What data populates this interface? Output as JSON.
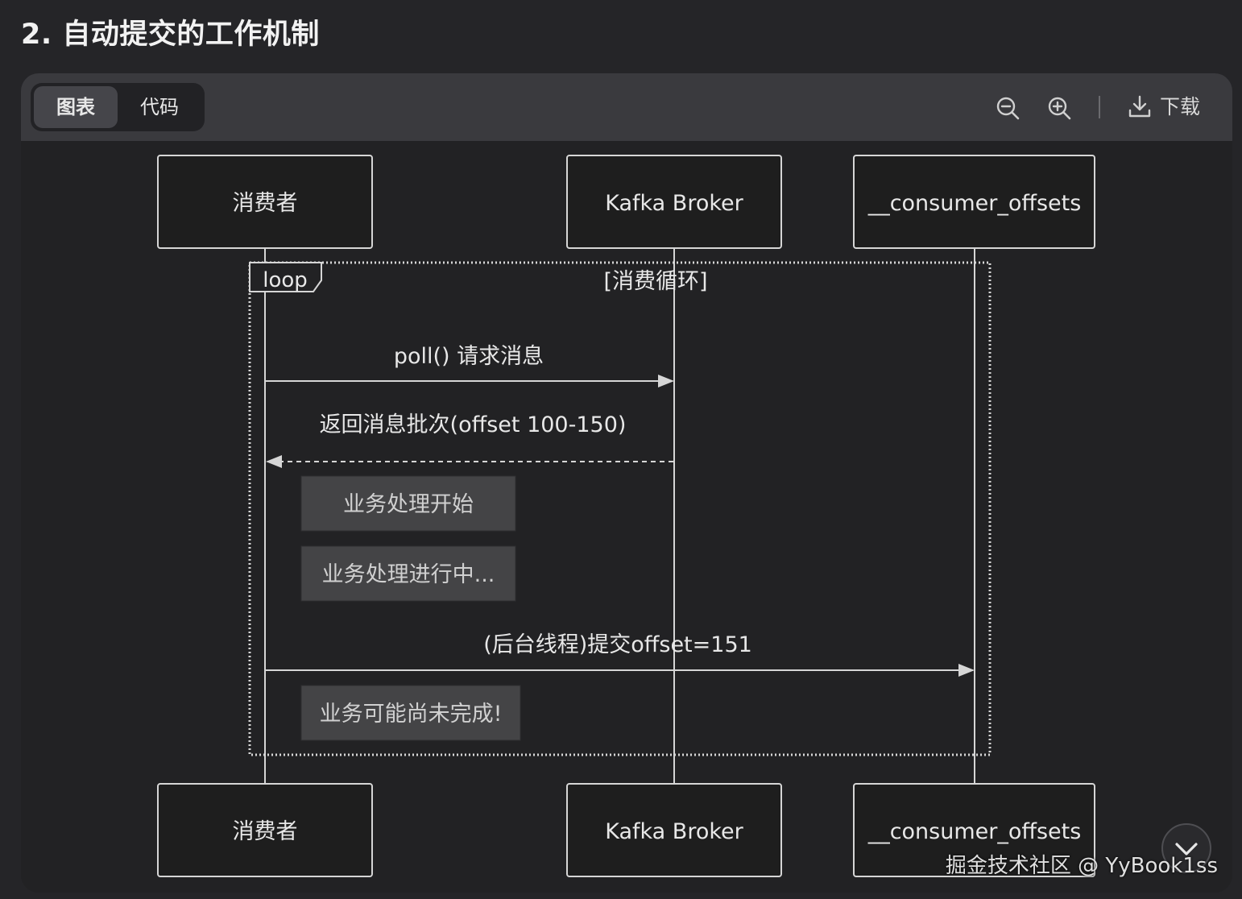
{
  "page": {
    "title": "2. 自动提交的工作机制"
  },
  "toolbar": {
    "tabs": [
      {
        "label": "图表"
      },
      {
        "label": "代码"
      }
    ],
    "zoom_out_icon": "zoom-out-icon",
    "zoom_in_icon": "zoom-in-icon",
    "download_label": "下载",
    "download_icon": "download-icon"
  },
  "diagram": {
    "participants": [
      {
        "label": "消费者"
      },
      {
        "label": "Kafka Broker"
      },
      {
        "label": "__consumer_offsets"
      }
    ],
    "loop": {
      "keyword": "loop",
      "label": "[消费循环]"
    },
    "messages": [
      {
        "from": 0,
        "to": 1,
        "text": "poll() 请求消息",
        "style": "solid"
      },
      {
        "from": 1,
        "to": 0,
        "text": "返回消息批次(offset 100-150)",
        "style": "dashed"
      },
      {
        "from": 0,
        "to": 2,
        "text": "(后台线程)提交offset=151",
        "style": "solid"
      }
    ],
    "notes": [
      {
        "text": "业务处理开始"
      },
      {
        "text": "业务处理进行中..."
      },
      {
        "text": "业务可能尚未完成!"
      }
    ]
  },
  "colors": {
    "background": "#252528",
    "toolbar": "#3a3a3e",
    "box_fill": "#1e1e1e",
    "line": "#d6d6d6",
    "note_fill": "#444446"
  },
  "scroll_icon": "chevron-down-icon",
  "watermark": "掘金技术社区 @ YyBook1ss"
}
